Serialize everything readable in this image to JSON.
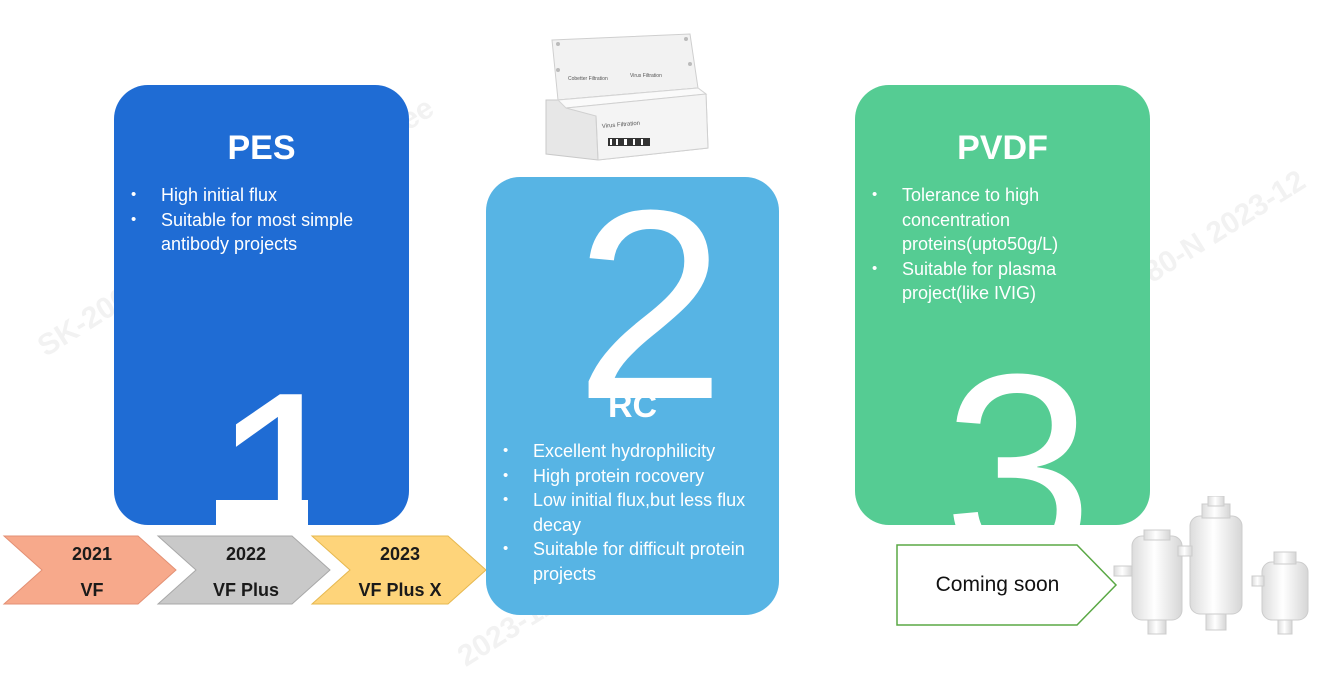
{
  "colors": {
    "pes": "#1f6cd4",
    "rc": "#57b4e4",
    "pvdf": "#55cc93",
    "arrow1": "#f7a98b",
    "arrow2": "#c9c9c9",
    "arrow3": "#fed47a",
    "coming_border": "#5aa845"
  },
  "pes": {
    "title": "PES",
    "number": "1",
    "bullets": [
      "High initial flux",
      "Suitable for most simple antibody projects"
    ]
  },
  "rc": {
    "title": "RC",
    "number": "2",
    "bullets": [
      "Excellent hydrophilicity",
      "High protein rocovery",
      "Low initial flux,but less flux decay",
      "Suitable for difficult protein projects"
    ]
  },
  "pvdf": {
    "title": "PVDF",
    "number": "3",
    "bullets": [
      "Tolerance to high concentration proteins(upto50g/L)",
      "Suitable for plasma project(like IVIG)"
    ]
  },
  "timeline": [
    {
      "year": "2021",
      "name": "VF"
    },
    {
      "year": "2022",
      "name": "VF Plus"
    },
    {
      "year": "2023",
      "name": "VF Plus X"
    }
  ],
  "coming_soon": "Coming soon",
  "product_box": {
    "label1": "Cobetter Filtration",
    "label2": "Virus Filtration",
    "label3": "Virus Filtration"
  },
  "watermarks": [
    "SK-20080-K  2023-12-11  Nyin Lee",
    "SK-20080-N  2023-12",
    "2023-12-11  Nyin Lee"
  ]
}
